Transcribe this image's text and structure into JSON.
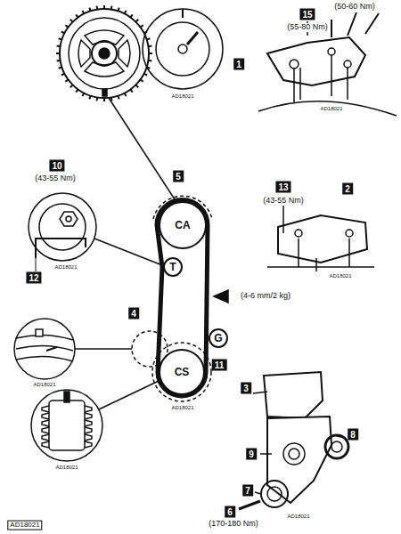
{
  "diagram": {
    "nodes": [
      {
        "text": [
          "CA"
        ]
      },
      {
        "text": [
          "T"
        ]
      },
      {
        "text": [
          "G"
        ]
      },
      {
        "text": [
          "CS"
        ]
      }
    ],
    "labels": [
      "(50-60 Nm)",
      "15",
      "(55-80 Nm)",
      "AD18021",
      "1",
      "AD18021",
      "5",
      "10",
      "(43-55 Nm)",
      "12",
      "AD18021",
      "13",
      "(43-55 Nm)",
      "2",
      "AD18021",
      "(4-6 mm/2 kg)",
      "4",
      "AD18021",
      "11",
      "AD18021",
      "3",
      "AD18021",
      "8",
      "9",
      "7",
      "6",
      "(170-180 Nm)",
      "AD18021",
      "AD18021"
    ]
  }
}
